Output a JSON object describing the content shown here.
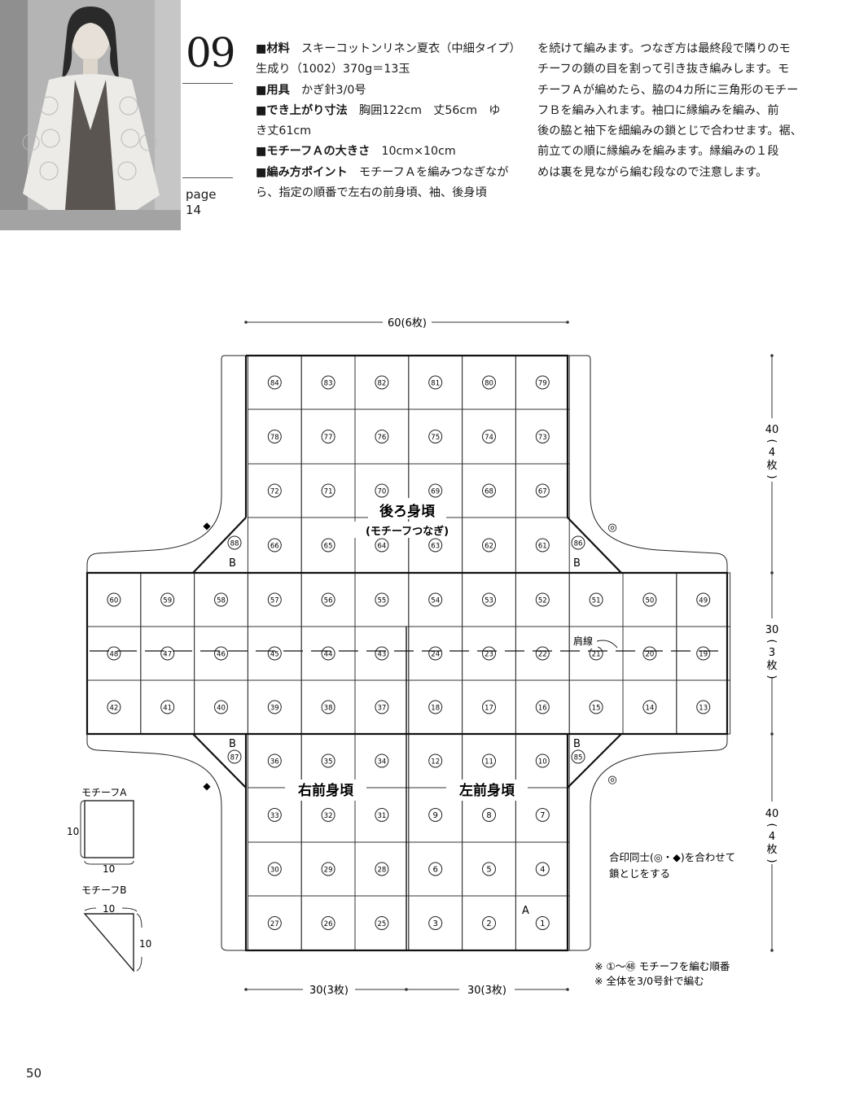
{
  "header": {
    "pattern_number": "09",
    "page_label": "page",
    "page_number": "14"
  },
  "specs": {
    "col1": {
      "materials_label": "■材料",
      "materials_value": "スキーコットンリネン夏衣（中細タイプ）",
      "materials_line2": "生成り（1002）370g＝13玉",
      "tools_label": "■用具",
      "tools_value": "かぎ針3/0号",
      "size_label": "■でき上がり寸法",
      "size_value": "胸囲122cm　丈56cm　ゆ",
      "size_line2": "き丈61cm",
      "motif_label": "■モチーフＡの大きさ",
      "motif_value": "10cm×10cm",
      "points_label": "■編み方ポイント",
      "points_value": "モチーフＡを編みつなぎなが",
      "points_line2": "ら、指定の順番で左右の前身頃、袖、後身頃"
    },
    "col2": {
      "line1": "を続けて編みます。つなぎ方は最終段で隣りのモ",
      "line2": "チーフの鎖の目を割って引き抜き編みします。モ",
      "line3": "チーフＡが編めたら、脇の4カ所に三角形のモチー",
      "line4": "フＢを編み入れます。袖口に縁編みを編み、前",
      "line5": "後の脇と袖下を細編みの鎖とじで合わせます。裾、",
      "line6": "前立ての順に縁編みを編みます。縁編みの１段",
      "line7": "めは裏を見ながら編む段なので注意します。"
    }
  },
  "diagram": {
    "width_top": "60(6枚)",
    "width_bottom_left": "30(3枚)",
    "width_bottom_right": "30(3枚)",
    "height_top": [
      "40",
      "(",
      "4",
      "枚",
      ")"
    ],
    "height_mid": [
      "30",
      "(",
      "3",
      "枚",
      ")"
    ],
    "height_bottom": [
      "40",
      "(",
      "4",
      "枚",
      ")"
    ],
    "back_label": "後ろ身頃",
    "back_sub": "(モチーフつなぎ)",
    "right_front": "右前身頃",
    "left_front": "左前身頃",
    "shoulder": "肩線",
    "letter_a": "A",
    "letter_b": "B",
    "rows": [
      [
        84,
        83,
        82,
        81,
        80,
        79
      ],
      [
        78,
        77,
        76,
        75,
        74,
        73
      ],
      [
        72,
        71,
        70,
        69,
        68,
        67
      ],
      [
        66,
        65,
        64,
        63,
        62,
        61
      ],
      [
        60,
        59,
        58,
        57,
        56,
        55,
        54,
        53,
        52,
        51,
        50,
        49
      ],
      [
        48,
        47,
        46,
        45,
        44,
        43,
        24,
        23,
        22,
        21,
        20,
        19
      ],
      [
        42,
        41,
        40,
        39,
        38,
        37,
        18,
        17,
        16,
        15,
        14,
        13
      ],
      [
        36,
        35,
        34,
        12,
        11,
        10
      ],
      [
        33,
        32,
        31,
        9,
        8,
        7
      ],
      [
        30,
        29,
        28,
        6,
        5,
        4
      ],
      [
        27,
        26,
        25,
        3,
        2,
        1
      ]
    ],
    "b_motifs": [
      88,
      86,
      87,
      85
    ],
    "motif_a_title": "モチーフA",
    "motif_a_w": "10",
    "motif_a_h": "10",
    "motif_b_title": "モチーフB",
    "motif_b_w": "10",
    "motif_b_h": "10",
    "note_match_line1": "合印同士(◎・◆)を合わせて",
    "note_match_line2": "鎖とじをする",
    "note1": "※ ①〜㊽ モチーフを編む順番",
    "note2": "※ 全体を3/0号針で編む",
    "mark_circle": "◎",
    "mark_diamond": "◆"
  },
  "footer": {
    "folio": "50"
  }
}
